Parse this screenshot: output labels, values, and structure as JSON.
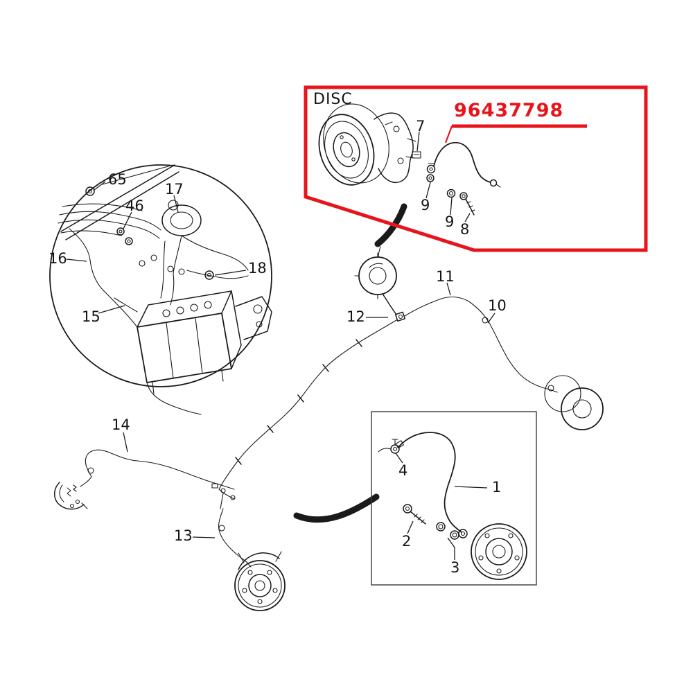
{
  "diagram": {
    "background": "#ffffff",
    "line_color": "#1a1a1a",
    "highlight_color": "#e8141c",
    "inset_title": "DISC",
    "highlighted_part_number": "96437798",
    "callouts": {
      "c65": "65",
      "c46": "46",
      "c17": "17",
      "c16": "16",
      "c15": "15",
      "c18": "18",
      "c7": "7",
      "c9a": "9",
      "c9b": "9",
      "c8": "8",
      "c11": "11",
      "c12": "12",
      "c10": "10",
      "c14": "14",
      "c13": "13",
      "c4": "4",
      "c1": "1",
      "c2": "2",
      "c3": "3"
    }
  }
}
